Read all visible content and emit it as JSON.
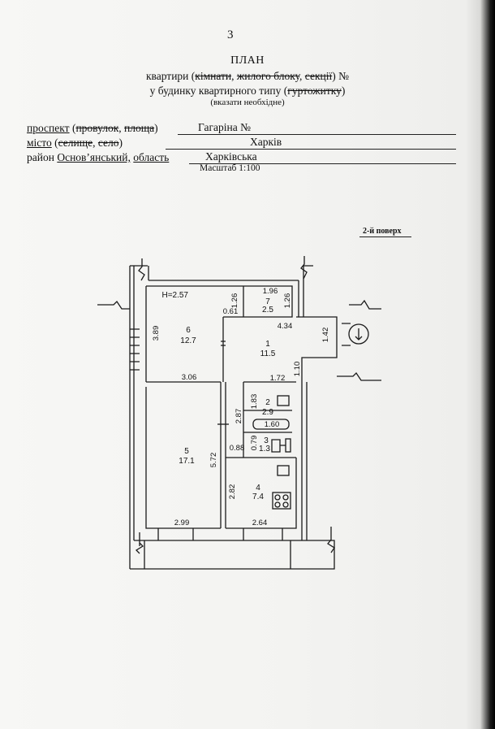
{
  "page_number": "3",
  "title": {
    "line1": "ПЛАН",
    "line2": {
      "prefix": "квартири (",
      "struck1": "кімнати",
      "sep1": ", ",
      "struck2": "жилого блоку",
      "sep2": ", ",
      "struck3": "секції",
      "suffix": ") №"
    },
    "line3": {
      "prefix": "у будинку квартирного типу (",
      "struck": "гуртожитку",
      "suffix": ")"
    },
    "line4": "(вказати необхідне)"
  },
  "address": {
    "street_label": "проспект",
    "street_open": " (",
    "street_struck1": "провулок",
    "street_sep": ", ",
    "street_struck2": "площа",
    "street_close": ")",
    "street_value": "Гагаріна №",
    "city_label": "місто",
    "city_open": " (",
    "city_struck1": "селище",
    "city_sep": ", ",
    "city_struck2": "село",
    "city_close": ")",
    "city_value": "Харків",
    "district_label": "район",
    "district_value": "Основ’янський,",
    "region_label": "область",
    "region_value": "Харківська"
  },
  "scale": "Масштаб 1:100",
  "floor": "2-й поверх",
  "plan": {
    "height_label": "H=2.57",
    "rooms": [
      {
        "num": "1",
        "area": "11.5"
      },
      {
        "num": "2",
        "area": "2.9"
      },
      {
        "num": "3",
        "area": "1.3"
      },
      {
        "num": "4",
        "area": "7.4"
      },
      {
        "num": "5",
        "area": "17.1"
      },
      {
        "num": "6",
        "area": "12.7"
      },
      {
        "num": "7",
        "area": "2.5"
      }
    ],
    "dims": {
      "d_3_89": "3.89",
      "d_1_26a": "1.26",
      "d_1_96": "1.96",
      "d_1_26b": "1.26",
      "d_0_61": "0.61",
      "d_4_34": "4.34",
      "d_1_42": "1.42",
      "d_1_10": "1.10",
      "d_3_06": "3.06",
      "d_1_72": "1.72",
      "d_1_83": "1.83",
      "d_2_87": "2.87",
      "d_1_60": "1.60",
      "d_0_79": "0.79",
      "d_0_88": "0.88",
      "d_5_72": "5.72",
      "d_2_82": "2.82",
      "d_2_99": "2.99",
      "d_2_64": "2.64"
    }
  }
}
